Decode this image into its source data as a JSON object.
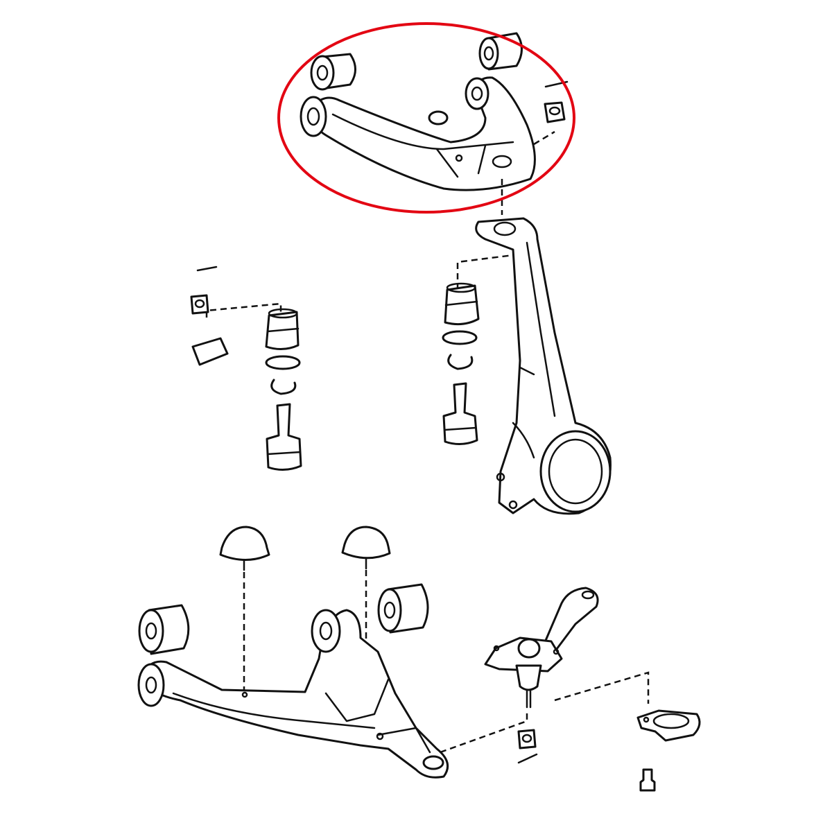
{
  "diagram": {
    "type": "exploded-parts-diagram",
    "colors": {
      "line": "#111111",
      "background": "#ffffff",
      "highlight": "#e30613"
    },
    "highlight": {
      "shape": "ellipse",
      "target": "upper-control-arm-assembly"
    }
  }
}
